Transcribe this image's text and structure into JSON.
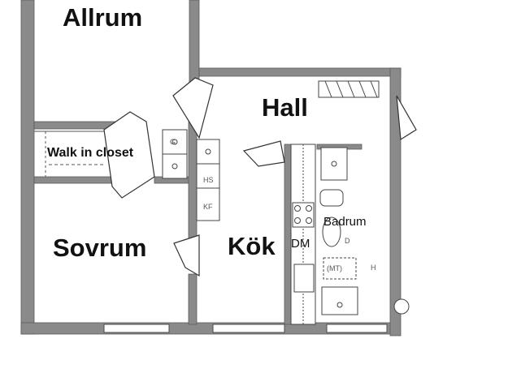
{
  "plan": {
    "rooms": [
      {
        "id": "allrum",
        "label": "Allrum"
      },
      {
        "id": "hall",
        "label": "Hall"
      },
      {
        "id": "walk-in-closet",
        "label": "Walk in closet"
      },
      {
        "id": "sovrum",
        "label": "Sovrum"
      },
      {
        "id": "kok",
        "label": "Kök"
      },
      {
        "id": "dm",
        "label": "DM"
      },
      {
        "id": "badrum",
        "label": "Badrum"
      }
    ],
    "fixtures": {
      "hs": "HS",
      "kf": "KF",
      "mt": "(MT)",
      "g": "G",
      "d": "D",
      "h": "H"
    }
  },
  "colors": {
    "wall": "#8a8a8a",
    "line": "#4a4a4a",
    "text": "#111111"
  }
}
